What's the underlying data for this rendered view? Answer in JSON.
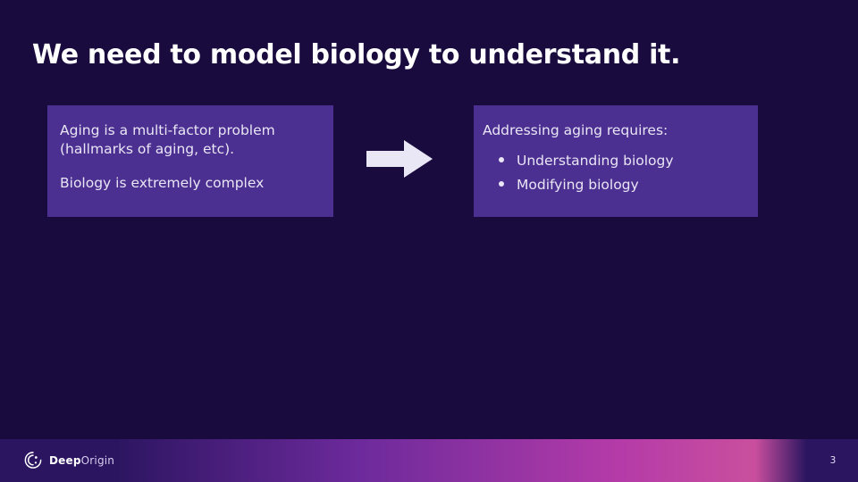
{
  "slide": {
    "title": "We need to model biology to understand it.",
    "page_number": "3",
    "background_color": "#1a0b3f",
    "box_color": "#4b2f91",
    "text_color": "#e9e6f5"
  },
  "left_box": {
    "line1": "Aging is a multi-factor problem",
    "line2": "(hallmarks of aging, etc).",
    "line3": "Biology is extremely complex"
  },
  "arrow": {
    "icon": "right-arrow-icon",
    "color": "#e9e6f5"
  },
  "right_box": {
    "heading": "Addressing aging requires:",
    "bullets": [
      "Understanding biology",
      "Modifying biology"
    ]
  },
  "footer": {
    "logo_icon": "deeporigin-logo-icon",
    "logo_name": "Deep",
    "logo_suffix": "Origin",
    "page_number": "3"
  }
}
